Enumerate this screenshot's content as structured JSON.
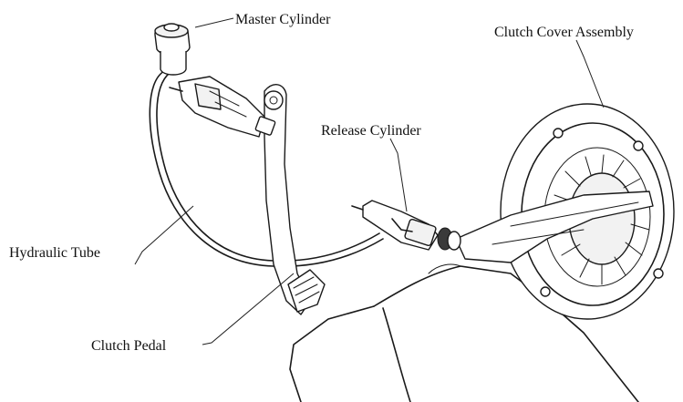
{
  "labels": {
    "master_cylinder": "Master Cylinder",
    "clutch_cover_assembly": "Clutch Cover Assembly",
    "release_cylinder": "Release Cylinder",
    "hydraulic_tube": "Hydraulic Tube",
    "clutch_pedal": "Clutch Pedal"
  }
}
